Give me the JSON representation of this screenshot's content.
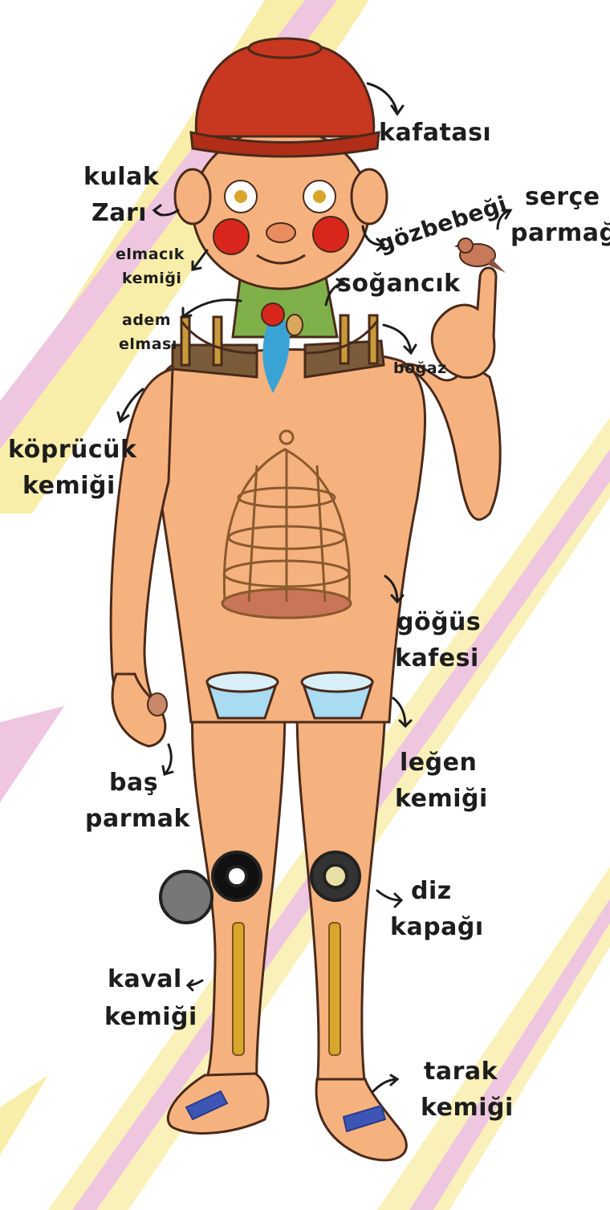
{
  "labels": {
    "kafatasi": "kafatası",
    "kulak_zari_1": "kulak",
    "kulak_zari_2": "Zarı",
    "gozbebegi": "gözbebeği",
    "serce_parmagi_1": "serçe",
    "serce_parmagi_2": "parmağı",
    "elmacik_kemigi_1": "elmacık",
    "elmacik_kemigi_2": "kemiği",
    "sogancik": "soğancık",
    "adem_elmasi_1": "adem",
    "adem_elmasi_2": "elması",
    "bogaz": "boğaz",
    "kopruucuk_kemigi_1": "köprücük",
    "kopruucuk_kemigi_2": "kemiği",
    "gogus_kafesi_1": "göğüs",
    "gogus_kafesi_2": "kafesi",
    "legen_kemigi_1": "leğen",
    "legen_kemigi_2": "kemiği",
    "bas_parmak_1": "baş",
    "bas_parmak_2": "parmak",
    "diz_kapagi_1": "diz",
    "diz_kapagi_2": "kapağı",
    "kaval_kemigi_1": "kaval",
    "kaval_kemigi_2": "kemiği",
    "tarak_kemigi_1": "tarak",
    "tarak_kemigi_2": "kemiği"
  },
  "colors": {
    "skin": "#f6b27e",
    "skin_shadow": "#e98d5f",
    "pot": "#c8371f",
    "apple": "#d8261c",
    "neck": "#7fb04a",
    "water": "#3aa3d6",
    "bridge": "#c99a3a",
    "cage": "#8a5a2c",
    "bowl": "#a9dbf2",
    "flute": "#d9a52b",
    "comb": "#3d56b5",
    "stroke": "#4a2a1a",
    "stripe_pink": "#e9b3d6",
    "stripe_yellow": "#f7e98c"
  }
}
